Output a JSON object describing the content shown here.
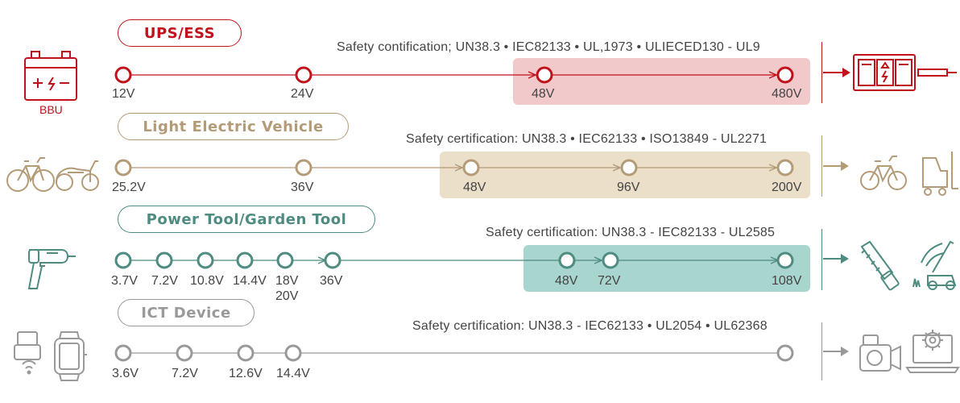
{
  "rows": [
    {
      "id": "ups",
      "title": "UPS/ESS",
      "certification": "Safety contification; UN38.3 • IEC82133 • UL,1973 • ULIECED130 - UL9",
      "left_icon": "battery-bbu-icon",
      "left_label": "BBU",
      "right_icons": [
        "ups-cabinet-icon"
      ],
      "voltages": [
        "12V",
        "24V",
        "48V",
        "480V"
      ],
      "color": "#c0121a",
      "band_color": "#f2c9cb"
    },
    {
      "id": "lev",
      "title": "Light Electric Vehicle",
      "certification": "Safety certification: UN38.3 • IEC62133 • ISO13849 - UL2271",
      "left_icon": "bicycle-scooter-icon",
      "right_icons": [
        "e-bike-icon",
        "forklift-icon"
      ],
      "voltages": [
        "25.2V",
        "36V",
        "48V",
        "96V",
        "200V"
      ],
      "color": "#b39b78",
      "band_color": "#ebdfca"
    },
    {
      "id": "tool",
      "title": "Power Tool/Garden Tool",
      "certification": "Safety certification: UN38.3 - IEC82133 - UL2585",
      "left_icon": "drill-icon",
      "right_icons": [
        "saw-icon",
        "lawn-mower-icon"
      ],
      "voltages": [
        "3.7V",
        "7.2V",
        "10.8V",
        "14.4V",
        "18V",
        "20V",
        "36V",
        "48V",
        "72V",
        "108V"
      ],
      "color": "#4e8b80",
      "band_color": "#a9d5cf"
    },
    {
      "id": "ict",
      "title": "ICT Device",
      "certification": "Safety certification: UN38.3 - IEC62133 • UL2054 • UL62368",
      "left_icon": "usb-watch-icon",
      "right_icons": [
        "camera-icon",
        "laptop-gear-icon"
      ],
      "voltages": [
        "3.6V",
        "7.2V",
        "12.6V",
        "14.4V"
      ],
      "color": "#999999",
      "band_color": ""
    }
  ]
}
